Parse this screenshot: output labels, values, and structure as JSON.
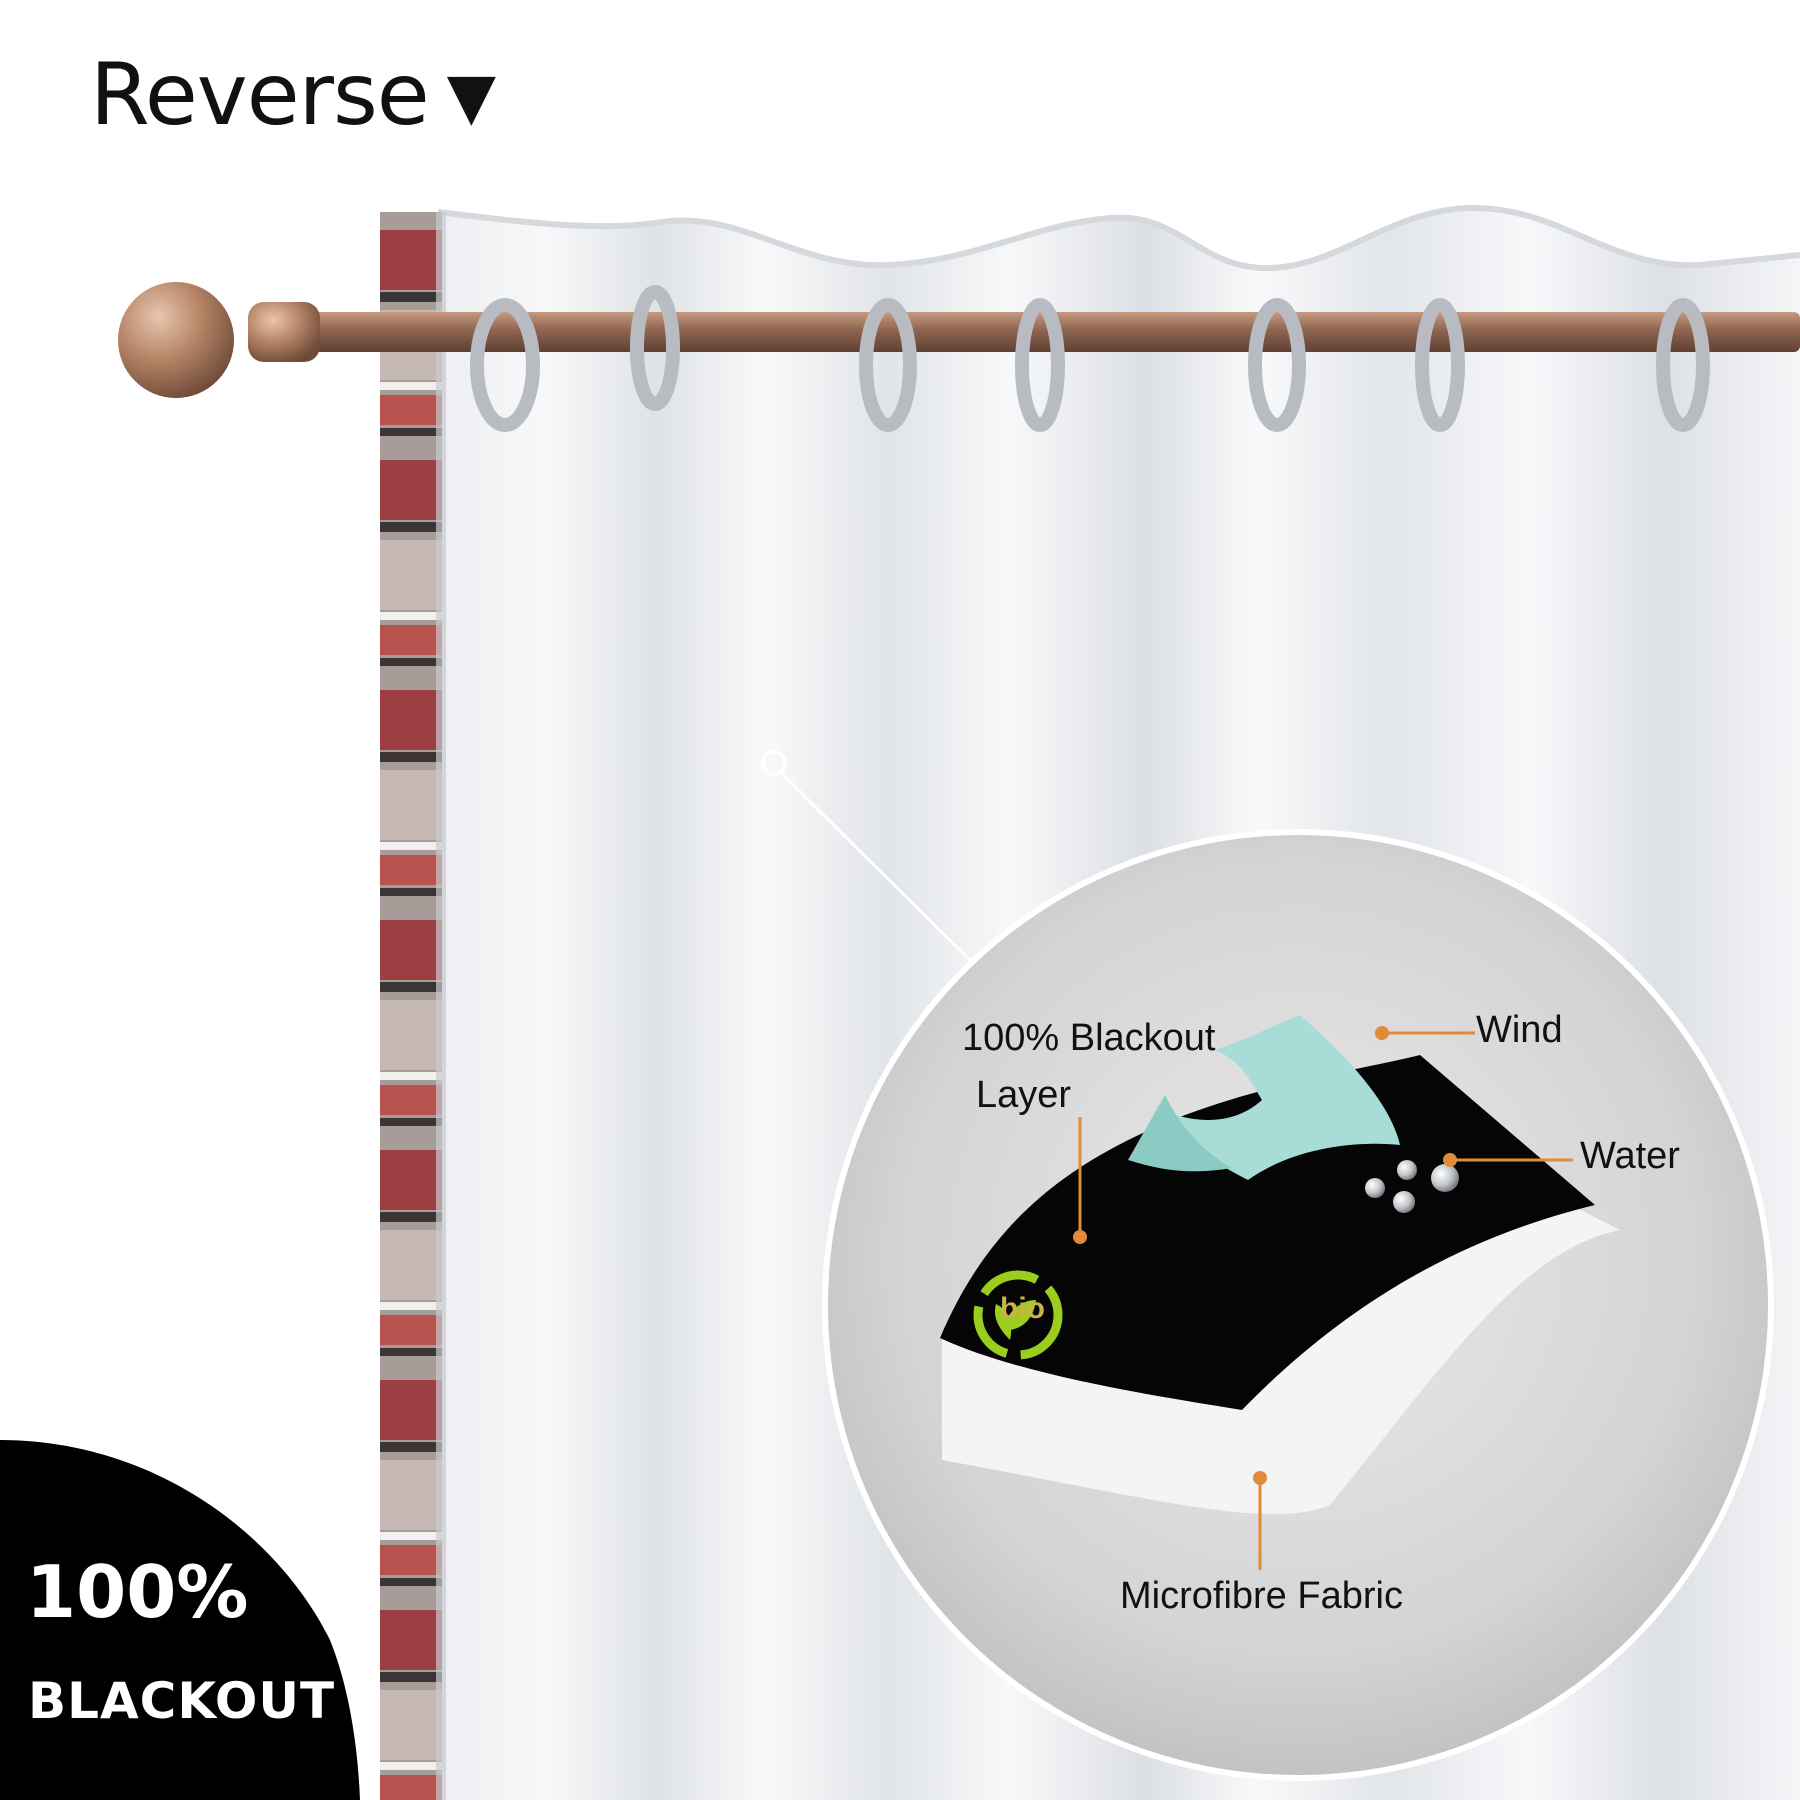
{
  "heading": {
    "text": "Reverse",
    "arrow": "▼"
  },
  "callouts": {
    "blackout_layer": {
      "line1": "100% Blackout",
      "line2": "Layer"
    },
    "wind": "Wind",
    "water": "Water",
    "microfibre": "Microfibre Fabric"
  },
  "badge": {
    "percent": "100%",
    "word": "BLACKOUT"
  },
  "logo": {
    "text": "bio"
  },
  "colors": {
    "accent_orange": "#E08A3C",
    "curtain_white": "#F4F5F7",
    "rod_bronze": "#9A6E55",
    "wind_teal": "#A8DCD6",
    "bio_green": "#9ACD1E",
    "badge_black": "#000000"
  }
}
